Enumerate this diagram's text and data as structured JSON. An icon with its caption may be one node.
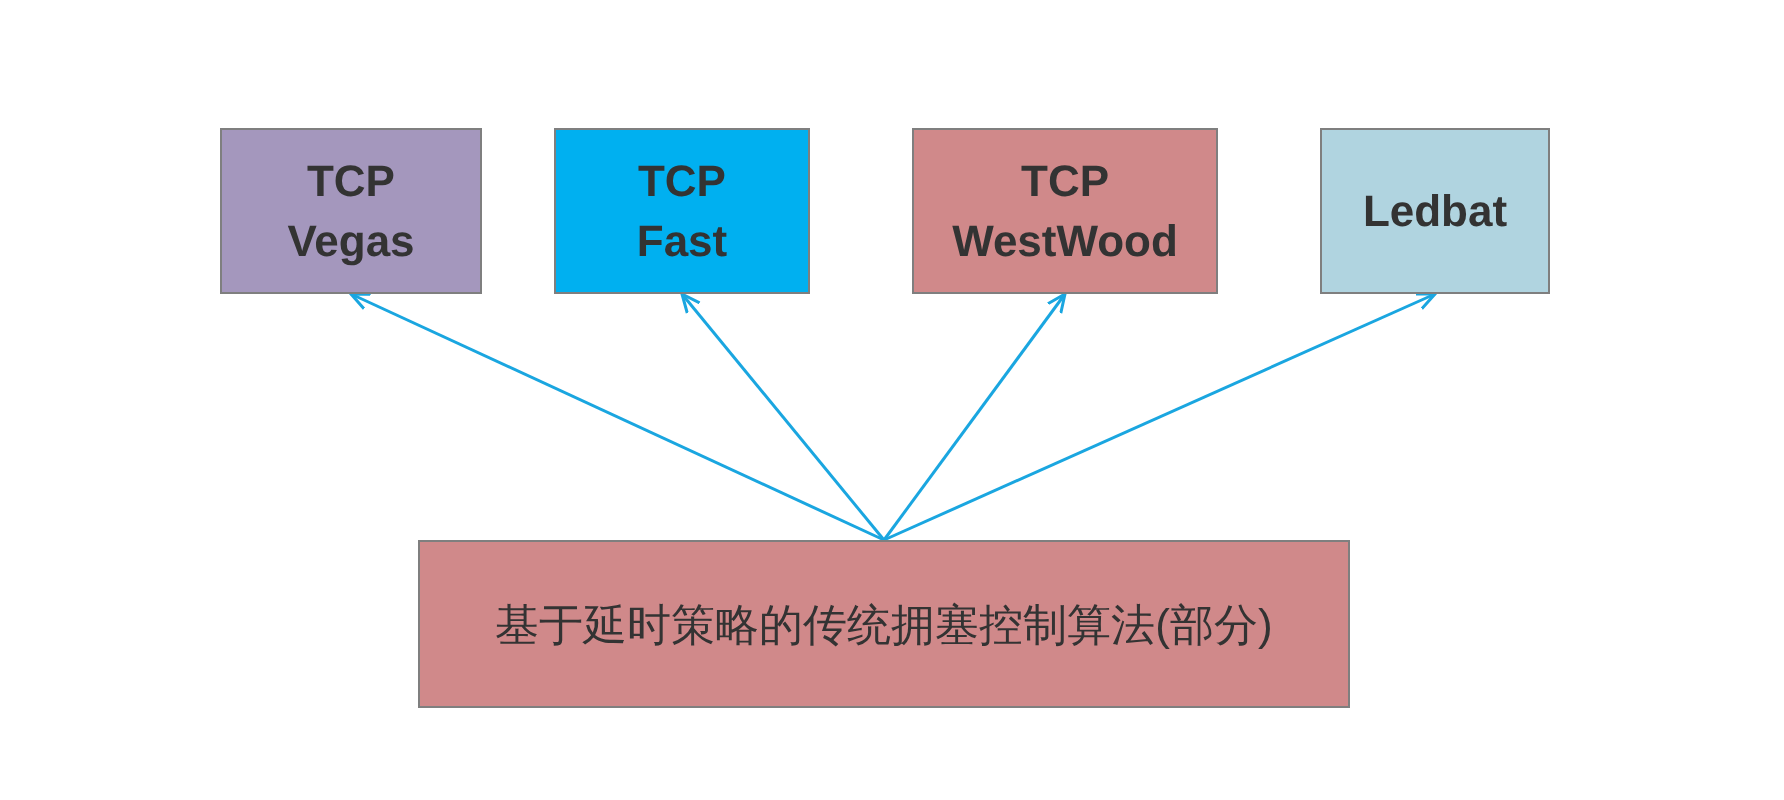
{
  "diagram": {
    "nodes": [
      {
        "text": [
          "TCP Vegas"
        ]
      },
      {
        "text": [
          "TCP Fast"
        ]
      },
      {
        "text": [
          "TCP WestWood"
        ]
      },
      {
        "text": [
          "Ledbat"
        ]
      },
      {
        "text": [
          "基于延时策略的传统拥塞控制算法(部分)"
        ]
      }
    ],
    "edges": [
      {
        "from": 4,
        "to": 0,
        "arrow": "to"
      },
      {
        "from": 4,
        "to": 1,
        "arrow": "to"
      },
      {
        "from": 4,
        "to": 2,
        "arrow": "to"
      },
      {
        "from": 4,
        "to": 3,
        "arrow": "to"
      }
    ]
  }
}
